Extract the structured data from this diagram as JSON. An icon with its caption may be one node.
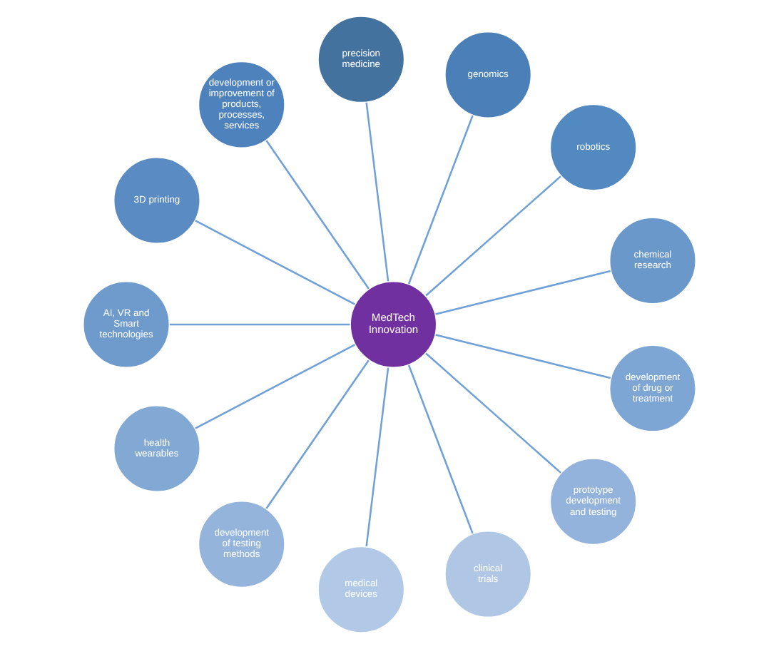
{
  "diagram": {
    "nodes": [
      {
        "text": [
          "MedTech Innovation"
        ]
      },
      {
        "text": [
          "precision medicine"
        ]
      },
      {
        "text": [
          "genomics"
        ]
      },
      {
        "text": [
          "robotics"
        ]
      },
      {
        "text": [
          "chemical research"
        ]
      },
      {
        "text": [
          "development of drug or treatment"
        ]
      },
      {
        "text": [
          "prototype development and testing"
        ]
      },
      {
        "text": [
          "clinical trials"
        ]
      },
      {
        "text": [
          "medical devices"
        ]
      },
      {
        "text": [
          "development of testing methods"
        ]
      },
      {
        "text": [
          "health wearables"
        ]
      },
      {
        "text": [
          "AI, VR and Smart technologies"
        ]
      },
      {
        "text": [
          "3D printing"
        ]
      },
      {
        "text": [
          "development or improvement of products, processes, services"
        ]
      }
    ],
    "edges": [
      {
        "from": 0,
        "to": 1,
        "arrow": "none"
      },
      {
        "from": 0,
        "to": 2,
        "arrow": "none"
      },
      {
        "from": 0,
        "to": 3,
        "arrow": "none"
      },
      {
        "from": 0,
        "to": 4,
        "arrow": "none"
      },
      {
        "from": 0,
        "to": 5,
        "arrow": "none"
      },
      {
        "from": 0,
        "to": 6,
        "arrow": "none"
      },
      {
        "from": 0,
        "to": 7,
        "arrow": "none"
      },
      {
        "from": 0,
        "to": 8,
        "arrow": "none"
      },
      {
        "from": 0,
        "to": 9,
        "arrow": "none"
      },
      {
        "from": 0,
        "to": 10,
        "arrow": "none"
      },
      {
        "from": 0,
        "to": 11,
        "arrow": "none"
      },
      {
        "from": 0,
        "to": 12,
        "arrow": "none"
      },
      {
        "from": 0,
        "to": 13,
        "arrow": "none"
      }
    ]
  }
}
